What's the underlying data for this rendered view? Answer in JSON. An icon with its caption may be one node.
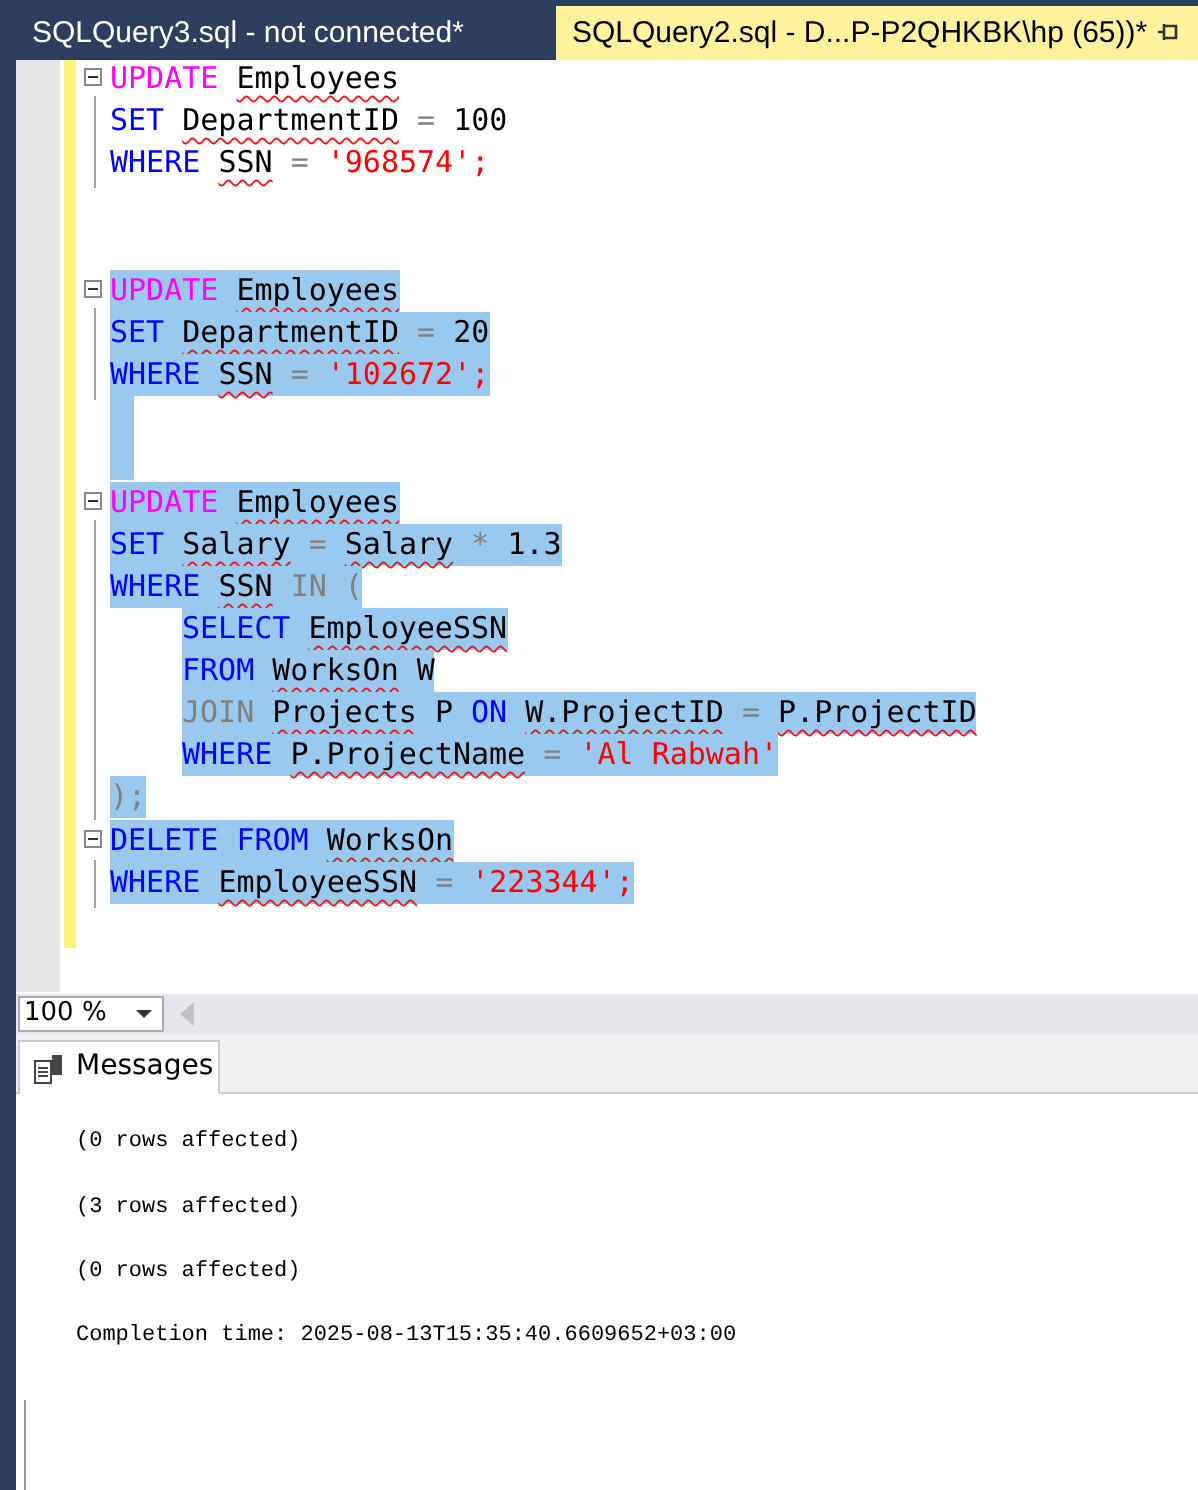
{
  "diagram": {
    "labels": [
      "SQLQuery3.sql - not connected*",
      "SQLQuery2.sql - D...P-P2QHKBK\\hp (65))*",
      "UPDATE Employees",
      "SET DepartmentID = 100",
      "WHERE SSN = '968574';",
      "UPDATE Employees",
      "SET DepartmentID = 20",
      "WHERE SSN = '102672';",
      "UPDATE Employees",
      "SET Salary = Salary * 1.3",
      "WHERE SSN IN (",
      "SELECT EmployeeSSN",
      "FROM WorksOn W",
      "JOIN Projects P ON W.ProjectID = P.ProjectID",
      "WHERE P.ProjectName = 'Al Rabwah'",
      ");",
      "DELETE FROM WorksOn",
      "WHERE EmployeeSSN = '223344';",
      "100 %",
      "Messages",
      "(0 rows affected)",
      "(3 rows affected)",
      "(0 rows affected)",
      "Completion time: 2025-08-13T15:35:40.6609652+03:00"
    ]
  }
}
